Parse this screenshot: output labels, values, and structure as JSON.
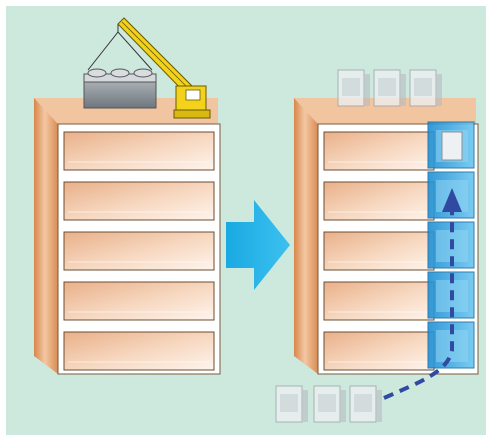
{
  "colors": {
    "background": "#cde8dc",
    "border_frame": "#ffffff",
    "building_side": "#e09b62",
    "building_top": "#f0c29a",
    "building_face": "#ffffff",
    "floor_band_light": "#fbe6d6",
    "floor_band_dark": "#e8b38f",
    "arrow": "#22b2e6",
    "crane": "#f2d21a",
    "elevator_blue": "#3aa5e0",
    "path_arrow": "#2f4aa0",
    "unit_gray": "#9aa2a8"
  },
  "diagram": {
    "left_building": {
      "floors": 5,
      "equipment": "crane-lifting-unit"
    },
    "transition": "right-arrow",
    "right_building": {
      "floors": 5,
      "shaft": "internal-elevator-shaft",
      "path": "dashed-route-upward"
    },
    "icons": [
      "crane-icon",
      "outdoor-unit-icon",
      "arrow-right-icon",
      "dashed-up-arrow-icon"
    ]
  }
}
